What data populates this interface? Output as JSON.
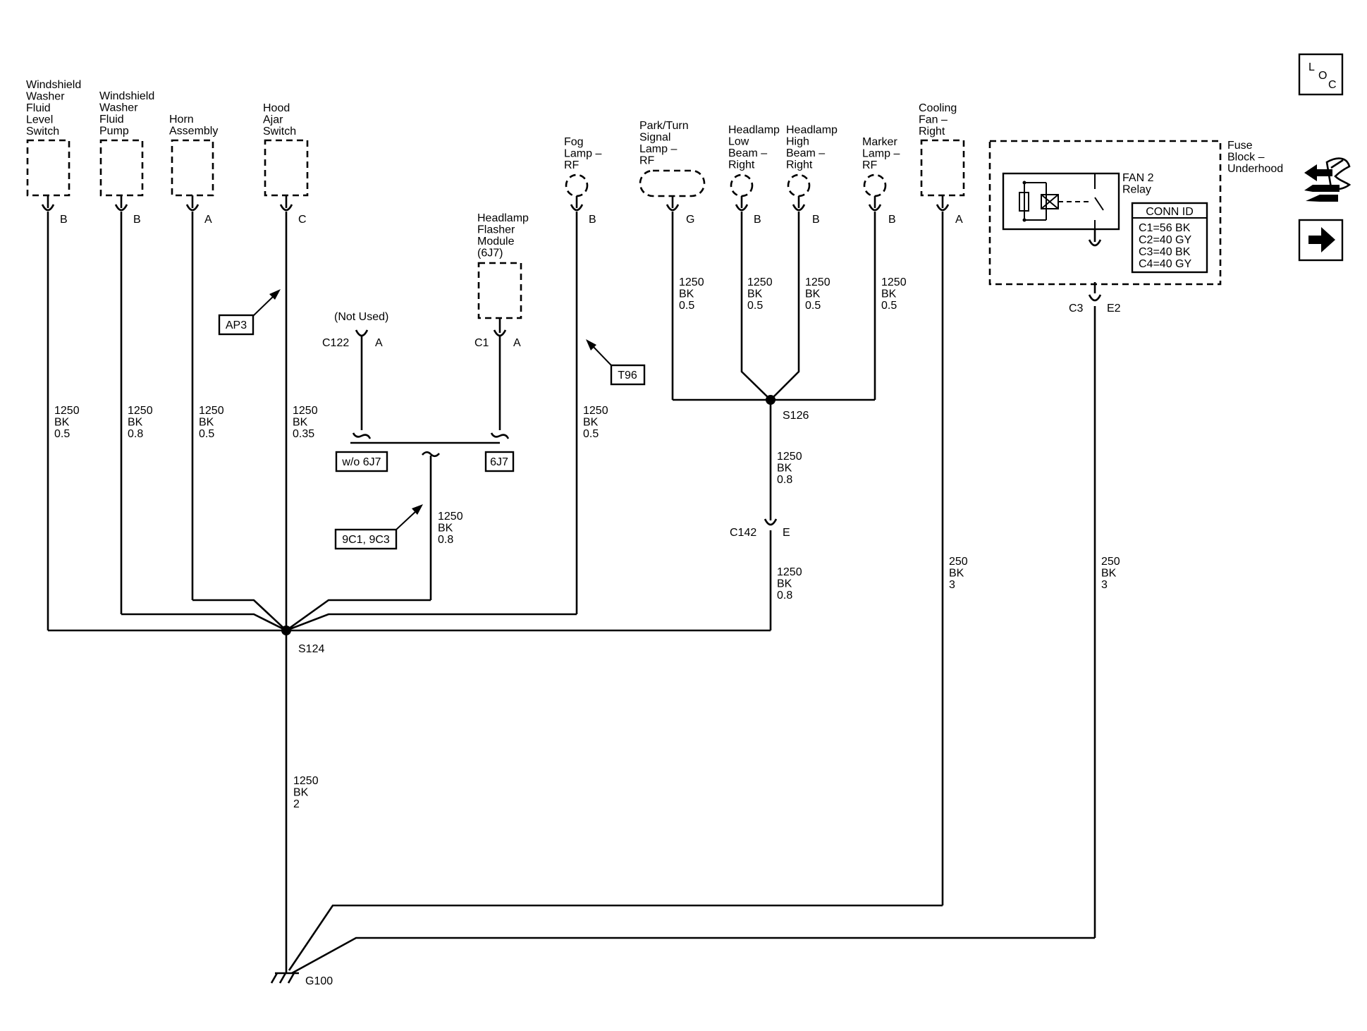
{
  "components": {
    "washer_level_switch": [
      "Windshield",
      "Washer",
      "Fluid",
      "Level",
      "Switch"
    ],
    "washer_pump": [
      "Windshield",
      "Washer",
      "Fluid",
      "Pump"
    ],
    "horn": [
      "Horn",
      "Assembly"
    ],
    "hood_ajar": [
      "Hood",
      "Ajar",
      "Switch"
    ],
    "fog_lamp": [
      "Fog",
      "Lamp –",
      "RF"
    ],
    "park_turn": [
      "Park/Turn",
      "Signal",
      "Lamp –",
      "RF"
    ],
    "low_beam": [
      "Headlamp",
      "Low",
      "Beam –",
      "Right"
    ],
    "high_beam": [
      "Headlamp",
      "High",
      "Beam –",
      "Right"
    ],
    "marker": [
      "Marker",
      "Lamp –",
      "RF"
    ],
    "cooling_fan": [
      "Cooling",
      "Fan –",
      "Right"
    ],
    "flasher": [
      "Headlamp",
      "Flasher",
      "Module",
      "(6J7)"
    ],
    "fuse_block": [
      "Fuse",
      "Block –",
      "Underhood"
    ],
    "relay": [
      "FAN 2",
      "Relay"
    ]
  },
  "pins": {
    "p1": "B",
    "p2": "B",
    "p3": "A",
    "p4": "C",
    "p5": "B",
    "p6": "G",
    "p7": "B",
    "p8": "B",
    "p9": "B",
    "p10": "A",
    "c122_pin": "A",
    "c1_pin": "A",
    "c142_pin": "E",
    "c3_pin": "E2"
  },
  "connectors": {
    "c122": "C122",
    "c1": "C1",
    "c142": "C142",
    "c3": "C3",
    "not_used": "(Not Used)"
  },
  "wires": {
    "w1": [
      "1250",
      "BK",
      "0.5"
    ],
    "w2": [
      "1250",
      "BK",
      "0.8"
    ],
    "w3": [
      "1250",
      "BK",
      "0.5"
    ],
    "w4": [
      "1250",
      "BK",
      "0.35"
    ],
    "w5": [
      "1250",
      "BK",
      "0.5"
    ],
    "w_park": [
      "1250",
      "BK",
      "0.5"
    ],
    "w_low": [
      "1250",
      "BK",
      "0.5"
    ],
    "w_high": [
      "1250",
      "BK",
      "0.5"
    ],
    "w_marker": [
      "1250",
      "BK",
      "0.5"
    ],
    "w_s126": [
      "1250",
      "BK",
      "0.8"
    ],
    "w_c142": [
      "1250",
      "BK",
      "0.8"
    ],
    "w_flasher": [
      "1250",
      "BK",
      "0.8"
    ],
    "w_fan": [
      "250",
      "BK",
      "3"
    ],
    "w_fuse": [
      "250",
      "BK",
      "3"
    ],
    "w_main": [
      "1250",
      "BK",
      "2"
    ]
  },
  "splices": {
    "s124": "S124",
    "s126": "S126",
    "g100": "G100"
  },
  "refs": {
    "ap3": "AP3",
    "t96": "T96",
    "w_o_6j7": "w/o 6J7",
    "6j7": "6J7",
    "9c1": "9C1, 9C3"
  },
  "conn_id": {
    "title": "CONN ID",
    "rows": [
      "C1=56 BK",
      "C2=40 GY",
      "C3=40 BK",
      "C4=40 GY"
    ]
  },
  "loc_icon": {
    "l": "L",
    "o": "O",
    "c": "C"
  }
}
